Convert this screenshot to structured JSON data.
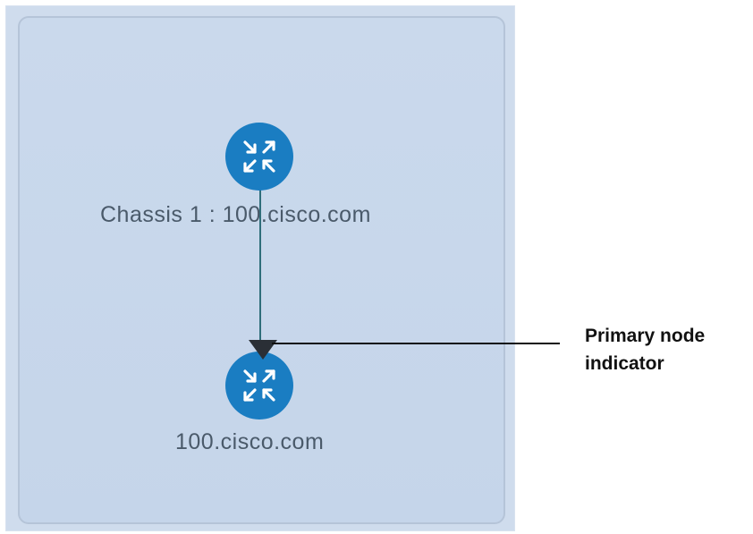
{
  "diagram": {
    "nodes": [
      {
        "id": "chassis",
        "label": "Chassis 1 : 100.cisco.com",
        "icon": "router-icon"
      },
      {
        "id": "member",
        "label": "100.cisco.com",
        "icon": "router-icon"
      }
    ],
    "edges": [
      {
        "from": "chassis",
        "to": "member"
      }
    ],
    "callout": {
      "line1": "Primary node",
      "line2": "indicator",
      "target": "member"
    }
  },
  "colors": {
    "node_fill": "#1a7dc2",
    "panel_background": "#c8d8ec",
    "connector": "#2f6e7a"
  }
}
